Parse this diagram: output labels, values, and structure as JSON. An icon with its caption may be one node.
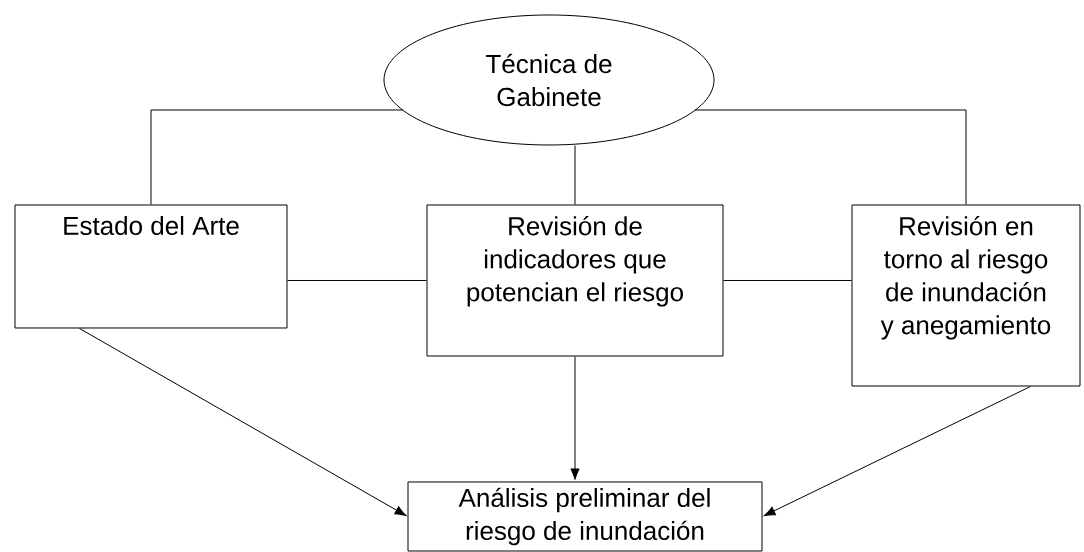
{
  "diagram": {
    "nodes": [
      {
        "text": [
          "Técnica de Gabinete"
        ]
      },
      {
        "text": [
          "Estado del Arte"
        ]
      },
      {
        "text": [
          "Revisión de indicadores que potencian el riesgo"
        ]
      },
      {
        "text": [
          "Revisión en torno al riesgo de inundación y anegamiento"
        ]
      },
      {
        "text": [
          "Análisis preliminar del riesgo de inundación"
        ]
      }
    ],
    "edges": [
      {
        "from": 0,
        "to": 1,
        "arrow": "none"
      },
      {
        "from": 0,
        "to": 2,
        "arrow": "none"
      },
      {
        "from": 0,
        "to": 3,
        "arrow": "none"
      },
      {
        "from": 1,
        "to": 2,
        "arrow": "none"
      },
      {
        "from": 2,
        "to": 3,
        "arrow": "none"
      },
      {
        "from": 1,
        "to": 4,
        "arrow": "to"
      },
      {
        "from": 2,
        "to": 4,
        "arrow": "to"
      },
      {
        "from": 3,
        "to": 4,
        "arrow": "to"
      }
    ]
  }
}
